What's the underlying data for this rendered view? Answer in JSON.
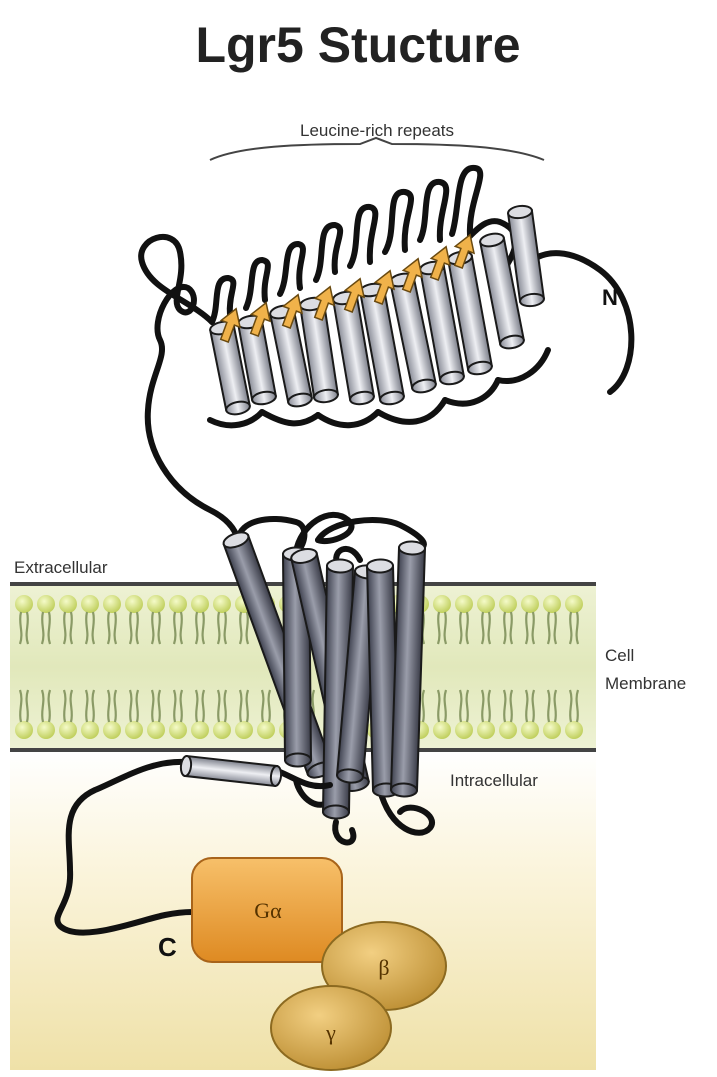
{
  "title": "Lgr5 Stucture",
  "labels": {
    "leucine_rich_repeats": "Leucine-rich repeats",
    "n_terminus": "N",
    "c_terminus": "C",
    "extracellular": "Extracellular",
    "intracellular": "Intracellular",
    "cell_membrane_line1": "Cell",
    "cell_membrane_line2": "Membrane",
    "g_alpha": "Gα",
    "g_beta": "β",
    "g_gamma": "γ"
  },
  "colors": {
    "membrane_bg": "#e7ecc8",
    "lipid_head": "#d3e07a",
    "lipid_tail": "#8a9a66",
    "tm_helix": "#6b6e7a",
    "lrr_helix": "#c9ccd4",
    "beta_strand": "#f0b24a",
    "g_alpha": "#eea23c",
    "g_beta_gamma": "#d8ab52",
    "cytoplasm": "#f6ecc8"
  }
}
